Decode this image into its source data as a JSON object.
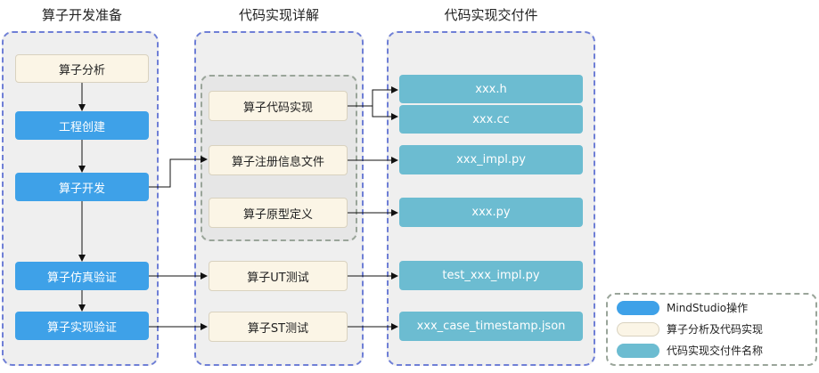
{
  "columns": {
    "prep": {
      "title": "算子开发准备"
    },
    "detail": {
      "title": "代码实现详解"
    },
    "deliver": {
      "title": "代码实现交付件"
    }
  },
  "prep_steps": {
    "analysis": "算子分析",
    "create_project": "工程创建",
    "develop": "算子开发",
    "simulation_verify": "算子仿真验证",
    "real_verify": "算子实现验证"
  },
  "detail_steps": {
    "code_impl": "算子代码实现",
    "register_info": "算子注册信息文件",
    "prototype": "算子原型定义",
    "ut_test": "算子UT测试",
    "st_test": "算子ST测试"
  },
  "deliverables": {
    "header": "xxx.h",
    "source": "xxx.cc",
    "impl_py": "xxx_impl.py",
    "proto_py": "xxx.py",
    "test_py": "test_xxx_impl.py",
    "case_json": "xxx_case_timestamp.json"
  },
  "legend": {
    "mindstudio": "MindStudio操作",
    "analysis": "算子分析及代码实现",
    "deliverable": "代码实现交付件名称"
  },
  "colors": {
    "mindstudio": "#3ea1e8",
    "analysis": "#fbf5e6",
    "deliverable": "#6cbcd1",
    "frame": "#6f7fd6"
  }
}
